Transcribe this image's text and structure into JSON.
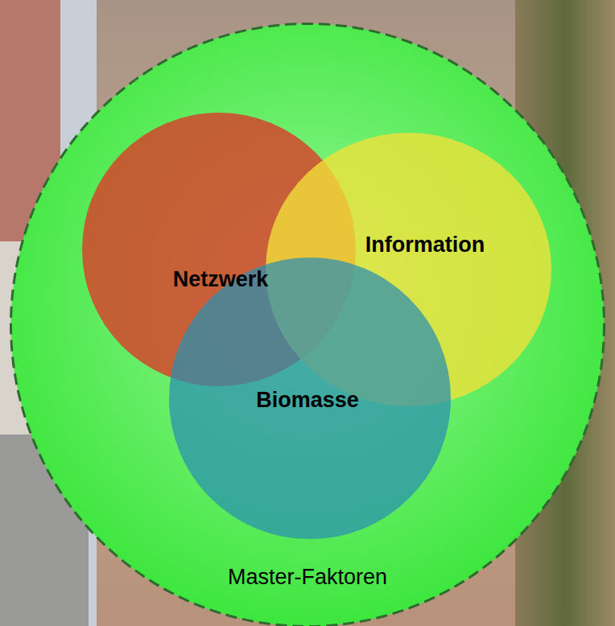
{
  "diagram": {
    "nodes": [
      {
        "text": [
          "Master-Faktoren"
        ]
      },
      {
        "text": [
          "Netzwerk"
        ],
        "in": 0
      },
      {
        "text": [
          "Information"
        ],
        "in": 0
      },
      {
        "text": [
          "Biomasse"
        ],
        "in": 0
      }
    ]
  }
}
